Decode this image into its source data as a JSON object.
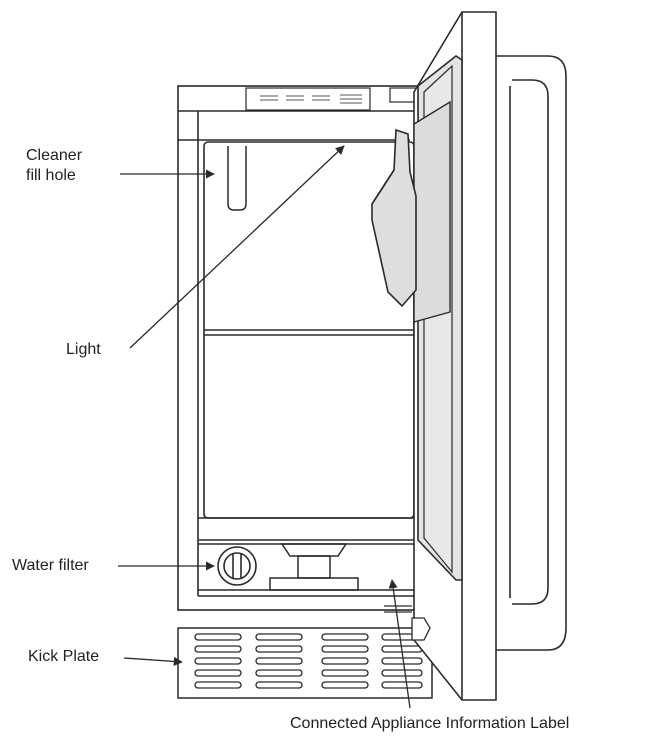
{
  "labels": {
    "cleaner_line1": "Cleaner",
    "cleaner_line2": "fill hole",
    "light": "Light",
    "water_filter": "Water filter",
    "kick_plate": "Kick Plate",
    "connected_label": "Connected Appliance Information Label"
  },
  "colors": {
    "line": "#2a2a2a",
    "shade": "#e4e4e4",
    "background": "#ffffff"
  }
}
